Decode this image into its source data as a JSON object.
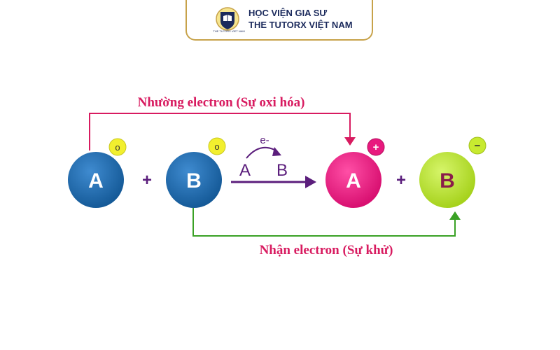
{
  "header": {
    "line1": "HỌC VIỆN GIA SƯ",
    "line2": "THE TUTORX VIỆT NAM",
    "logo_caption": "THE TUTORX VIET NAM"
  },
  "diagram": {
    "top_label": "Nhường electron (Sự oxi hóa)",
    "bottom_label": "Nhận electron (Sự khử)",
    "electron_label": "e-",
    "mid_a": "A",
    "mid_b": "B",
    "plus_sign": "+",
    "atoms": [
      {
        "letter": "A",
        "charge": "o",
        "color": "#1e66a8"
      },
      {
        "letter": "B",
        "charge": "o",
        "color": "#1e66a8"
      },
      {
        "letter": "A",
        "charge": "+",
        "color": "#e8197e"
      },
      {
        "letter": "B",
        "charge": "−",
        "color": "#b6e02a"
      }
    ],
    "colors": {
      "oxidation": "#d81b60",
      "reduction": "#3aa125",
      "arrow": "#5b1e7c",
      "badge": "#f2ef2e"
    }
  }
}
